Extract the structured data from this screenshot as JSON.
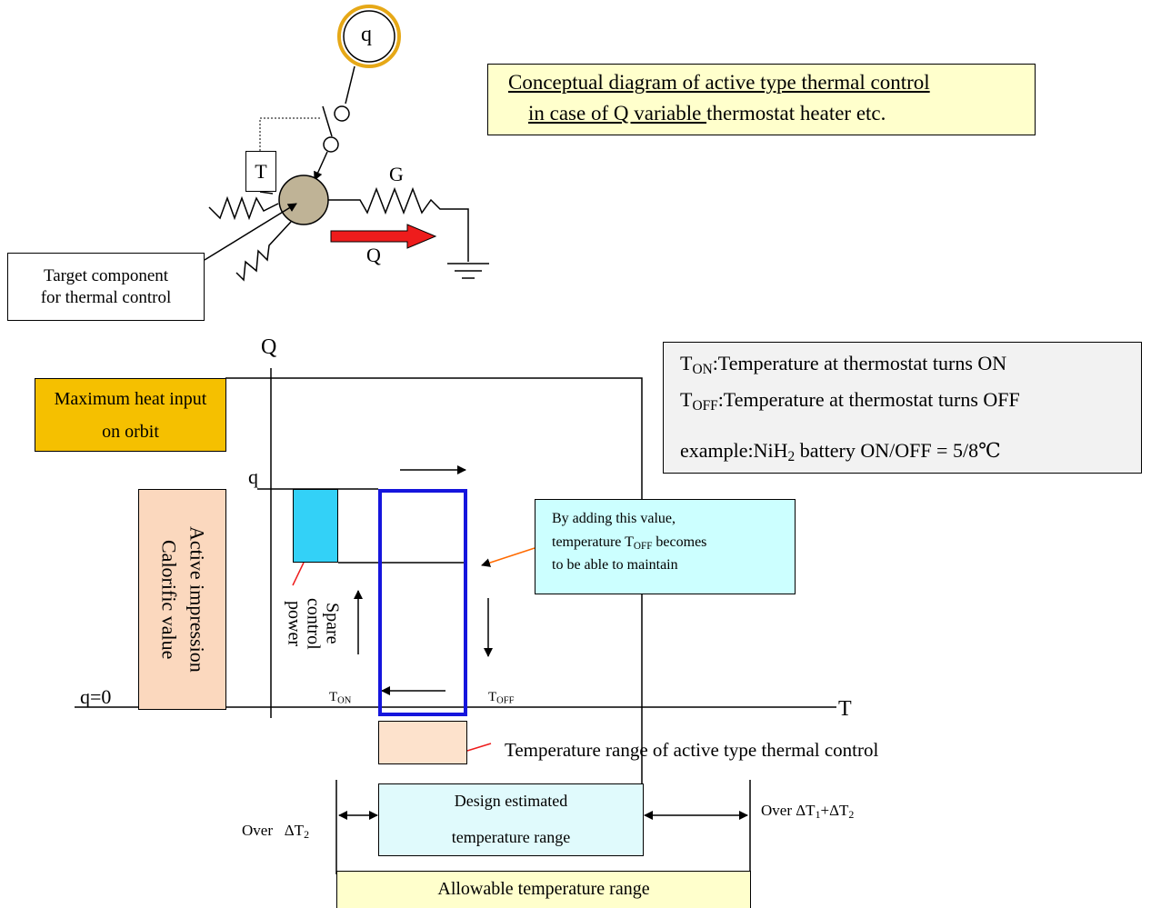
{
  "colors": {
    "q_circle_ring": "#e6a817",
    "component_fill": "#bfb396",
    "q_arrow": "#ee1c1c",
    "max_heat_box": "#f5c000",
    "active_calorific_box": "#fbd8be",
    "spare_power_box": "#33d1f7",
    "control_loop_border": "#1515dd",
    "note_box": "#ccffff",
    "note_pointer": "#ff6a00",
    "temp_range_box": "#fde2cc",
    "design_box": "#e0fafc",
    "allowable_box": "#ffffcc",
    "title_box": "#ffffcc",
    "legend_box": "#f2f2f2"
  },
  "circuit": {
    "q_label": "q",
    "t_label": "T",
    "g_label": "G",
    "flow_label": "Q",
    "target_line1": "Target component",
    "target_line2": "for thermal control"
  },
  "title": {
    "line1": "Conceptual diagram of active type thermal control",
    "line2_underlined": "in case of Q variable ",
    "line2_rest": "thermostat heater etc."
  },
  "legend": {
    "t_on_main": "T",
    "t_on_sub": "ON",
    "t_on_text": ":Temperature at thermostat turns ON",
    "t_off_main": "T",
    "t_off_sub": "OFF",
    "t_off_text": ":Temperature at thermostat turns OFF",
    "example_prefix": "example:NiH",
    "example_sub": "2",
    "example_suffix": " battery ON/OFF = 5/8℃"
  },
  "axes": {
    "y_label": "Q",
    "x_label": "T",
    "q_level": "q",
    "q_zero": "q=0",
    "t_on_main": "T",
    "t_on_sub": "ON",
    "t_off_main": "T",
    "t_off_sub": "OFF"
  },
  "boxes": {
    "max_heat_line1": "Maximum heat input",
    "max_heat_line2": "on orbit",
    "active_line1": "Active impression",
    "active_line2": "Calorific value",
    "spare_line1": "Spare",
    "spare_line2": "control",
    "spare_line3": "power"
  },
  "note": {
    "line1": "By adding this value,",
    "line2_prefix": "temperature T",
    "line2_sub": "OFF",
    "line2_suffix": " becomes",
    "line3": "to be able to maintain"
  },
  "ranges": {
    "active_range": "Temperature range of active type thermal control",
    "design_line1": "Design estimated",
    "design_line2": "temperature range",
    "allowable": "Allowable temperature range",
    "over_left_prefix": "Over   ΔT",
    "over_left_sub": "2",
    "over_right_prefix": "Over ΔT",
    "over_right_sub1": "1",
    "over_right_mid": "+ΔT",
    "over_right_sub2": "2"
  }
}
